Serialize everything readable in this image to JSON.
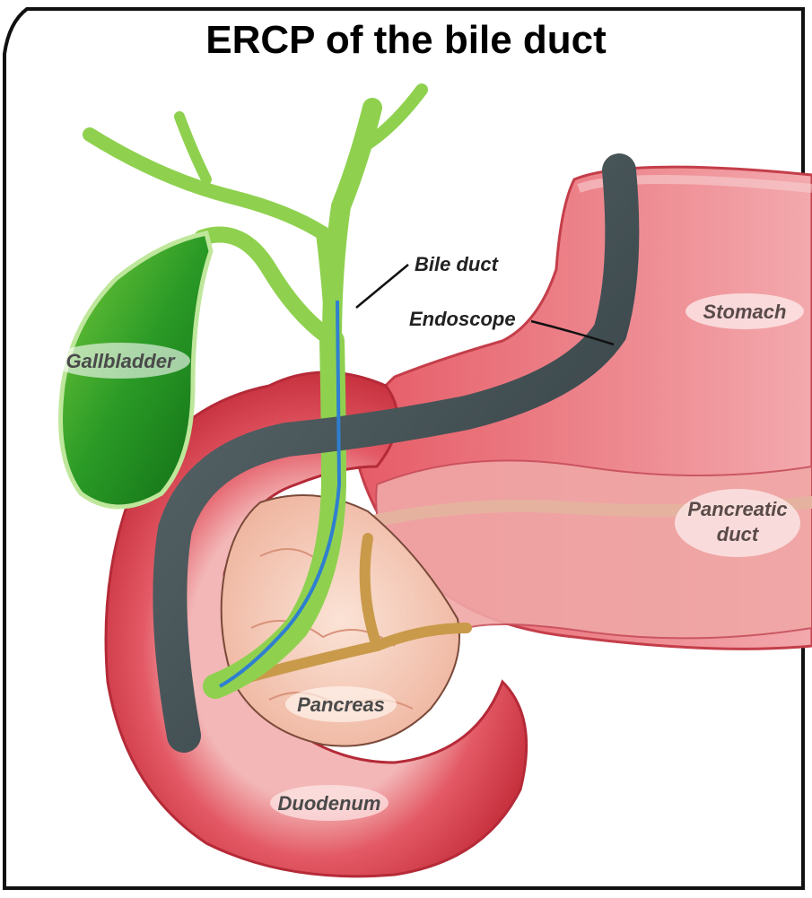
{
  "title": "ERCP of the bile duct",
  "labels": {
    "bile_duct": "Bile duct",
    "endoscope": "Endoscope",
    "stomach": "Stomach",
    "gallbladder": "Gallbladder",
    "pancreatic_duct_line1": "Pancreatic",
    "pancreatic_duct_line2": "duct",
    "pancreas": "Pancreas",
    "duodenum": "Duodenum"
  },
  "colors": {
    "bile_duct": "#8fd14f",
    "gallbladder": "#1f8a1f",
    "endoscope": "#46565a",
    "guidewire": "#2f7fd0",
    "stomach": "#e8606a",
    "duodenum": "#d9424f",
    "pancreas": "#f4c6b4",
    "pancreatic_duct": "#c9a04a"
  }
}
